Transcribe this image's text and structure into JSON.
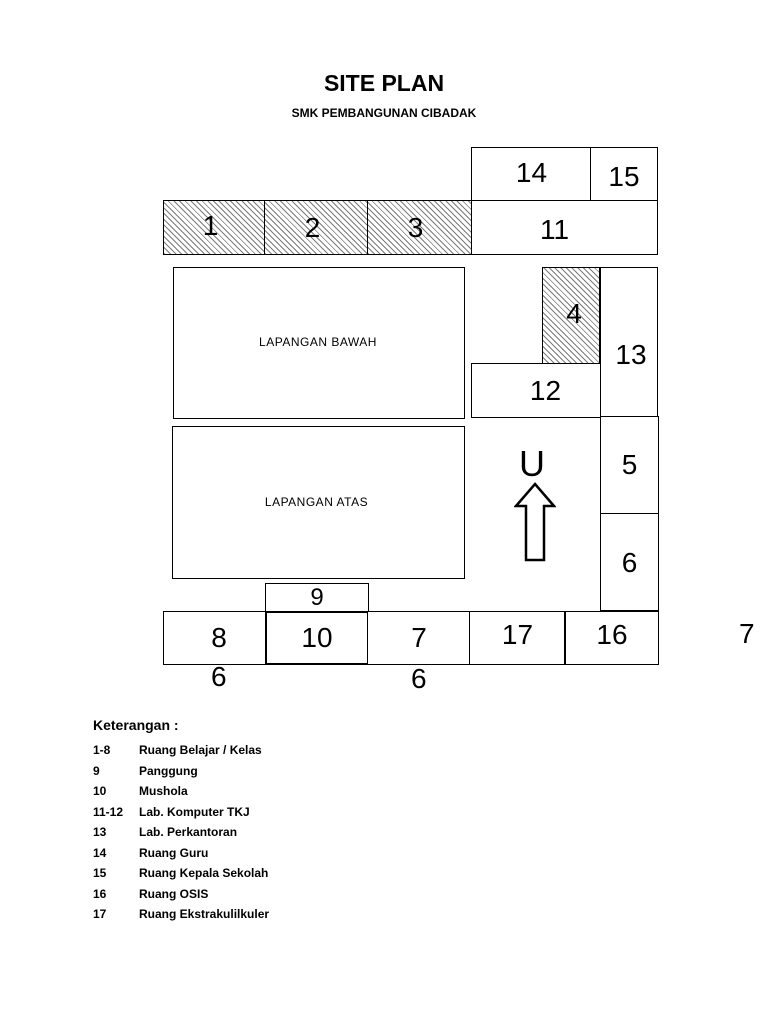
{
  "header": {
    "title": "SITE PLAN",
    "subtitle": "SMK PEMBANGUNAN CIBADAK"
  },
  "rooms": {
    "r1": "1",
    "r2": "2",
    "r3": "3",
    "r4": "4",
    "r5": "5",
    "r6": "6",
    "r7": "7",
    "r8": "8",
    "r9": "9",
    "r10": "10",
    "r11": "11",
    "r12": "12",
    "r13": "13",
    "r14": "14",
    "r15": "15",
    "r16": "16",
    "r17": "17"
  },
  "fields": {
    "lower": "LAPANGAN BAWAH",
    "upper": "LAPANGAN ATAS"
  },
  "compass": {
    "north_letter": "U"
  },
  "stray_labels": {
    "under_8": "6",
    "under_7": "6",
    "right_edge": "7"
  },
  "legend": {
    "title": "Keterangan :",
    "items": [
      {
        "code": "1-8",
        "desc": "Ruang Belajar / Kelas"
      },
      {
        "code": "9",
        "desc": "Panggung"
      },
      {
        "code": "10",
        "desc": "Mushola"
      },
      {
        "code": "11-12",
        "desc": "Lab. Komputer TKJ"
      },
      {
        "code": "13",
        "desc": "Lab. Perkantoran"
      },
      {
        "code": "14",
        "desc": "Ruang Guru"
      },
      {
        "code": "15",
        "desc": "Ruang Kepala Sekolah"
      },
      {
        "code": "16",
        "desc": "Ruang OSIS"
      },
      {
        "code": "17",
        "desc": "Ruang Ekstrakulilkuler"
      }
    ]
  }
}
